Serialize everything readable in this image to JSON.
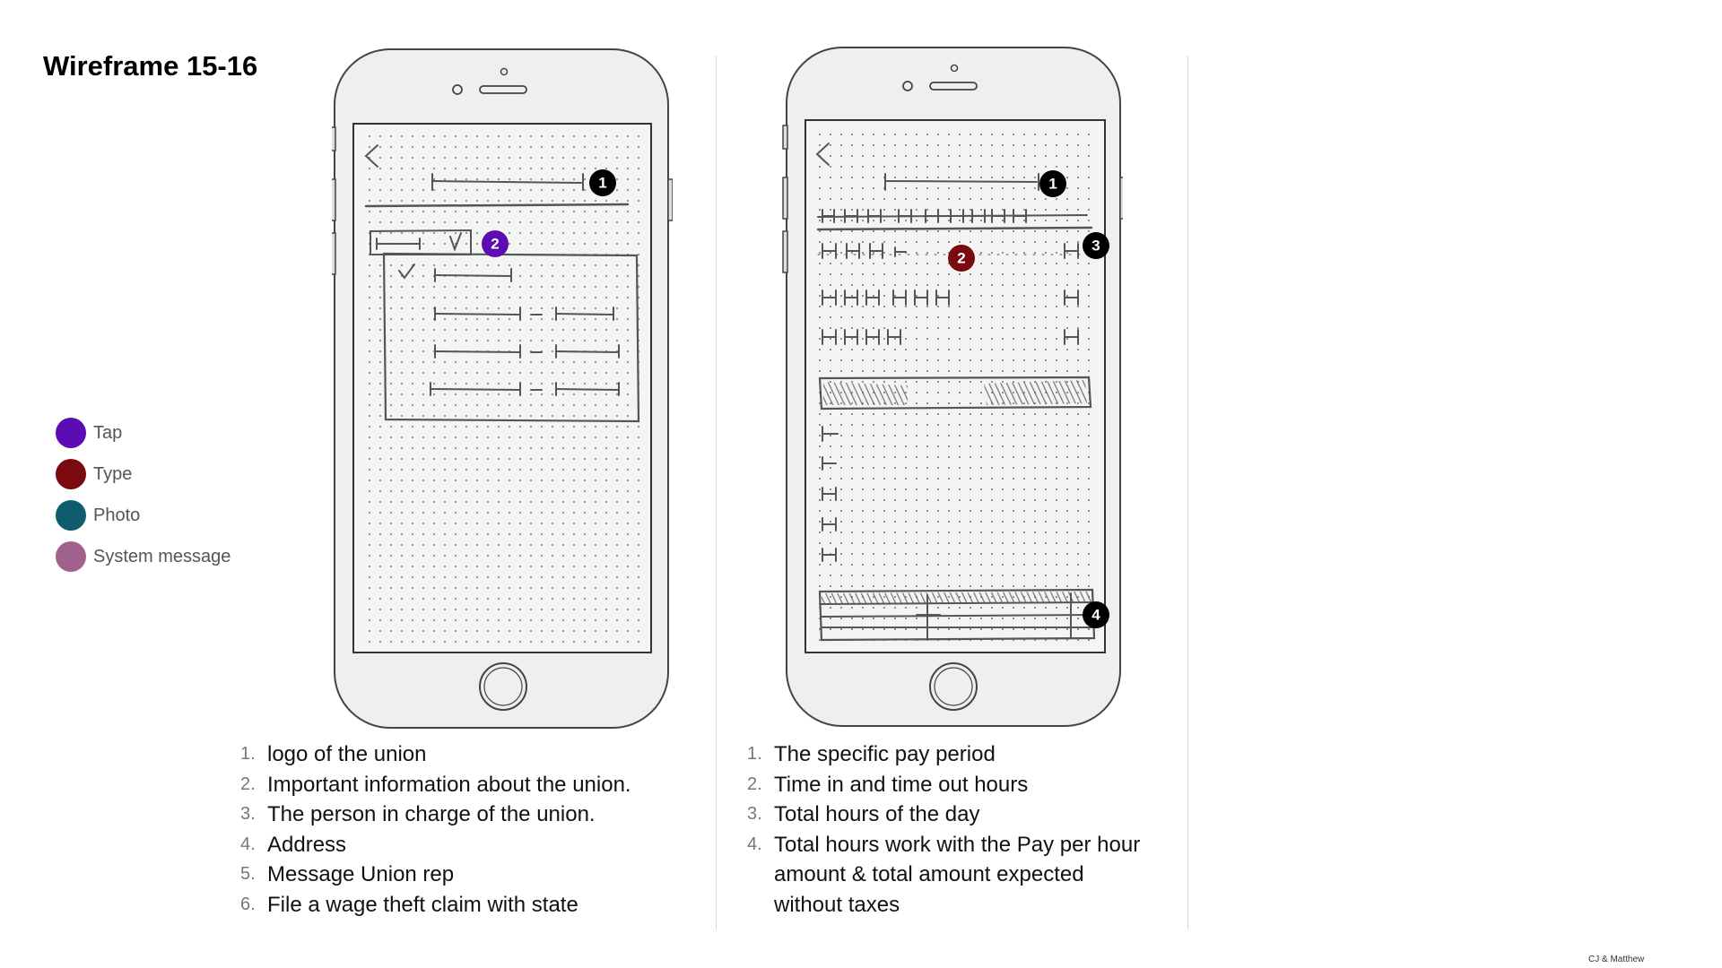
{
  "title": "Wireframe 15-16",
  "legend": [
    {
      "label": "Tap",
      "color": "#5B0DB3"
    },
    {
      "label": "Type",
      "color": "#7A0A0F"
    },
    {
      "label": "Photo",
      "color": "#0F5C6E"
    },
    {
      "label": "System message",
      "color": "#A0618F"
    }
  ],
  "wireframe1": {
    "markers": [
      "1",
      "2"
    ],
    "notes": [
      {
        "n": "1.",
        "text": "logo of the union"
      },
      {
        "n": "2.",
        "text": "Important information about the union."
      },
      {
        "n": "3.",
        "text": "The person in charge of the union."
      },
      {
        "n": "4.",
        "text": "Address"
      },
      {
        "n": "5.",
        "text": "Message Union rep"
      },
      {
        "n": "6.",
        "text": "File a wage theft claim with state"
      }
    ]
  },
  "wireframe2": {
    "markers": [
      "1",
      "2",
      "3",
      "4"
    ],
    "notes": [
      {
        "n": "1.",
        "text": "The specific pay period"
      },
      {
        "n": "2.",
        "text": "Time in and time out hours"
      },
      {
        "n": "3.",
        "text": "Total hours of the day"
      },
      {
        "n": "4.",
        "text": "Total hours work with the Pay per hour"
      },
      {
        "n": "",
        "text": "amount & total amount expected"
      },
      {
        "n": "",
        "text": "without taxes"
      }
    ]
  },
  "credit": "CJ & Matthew"
}
